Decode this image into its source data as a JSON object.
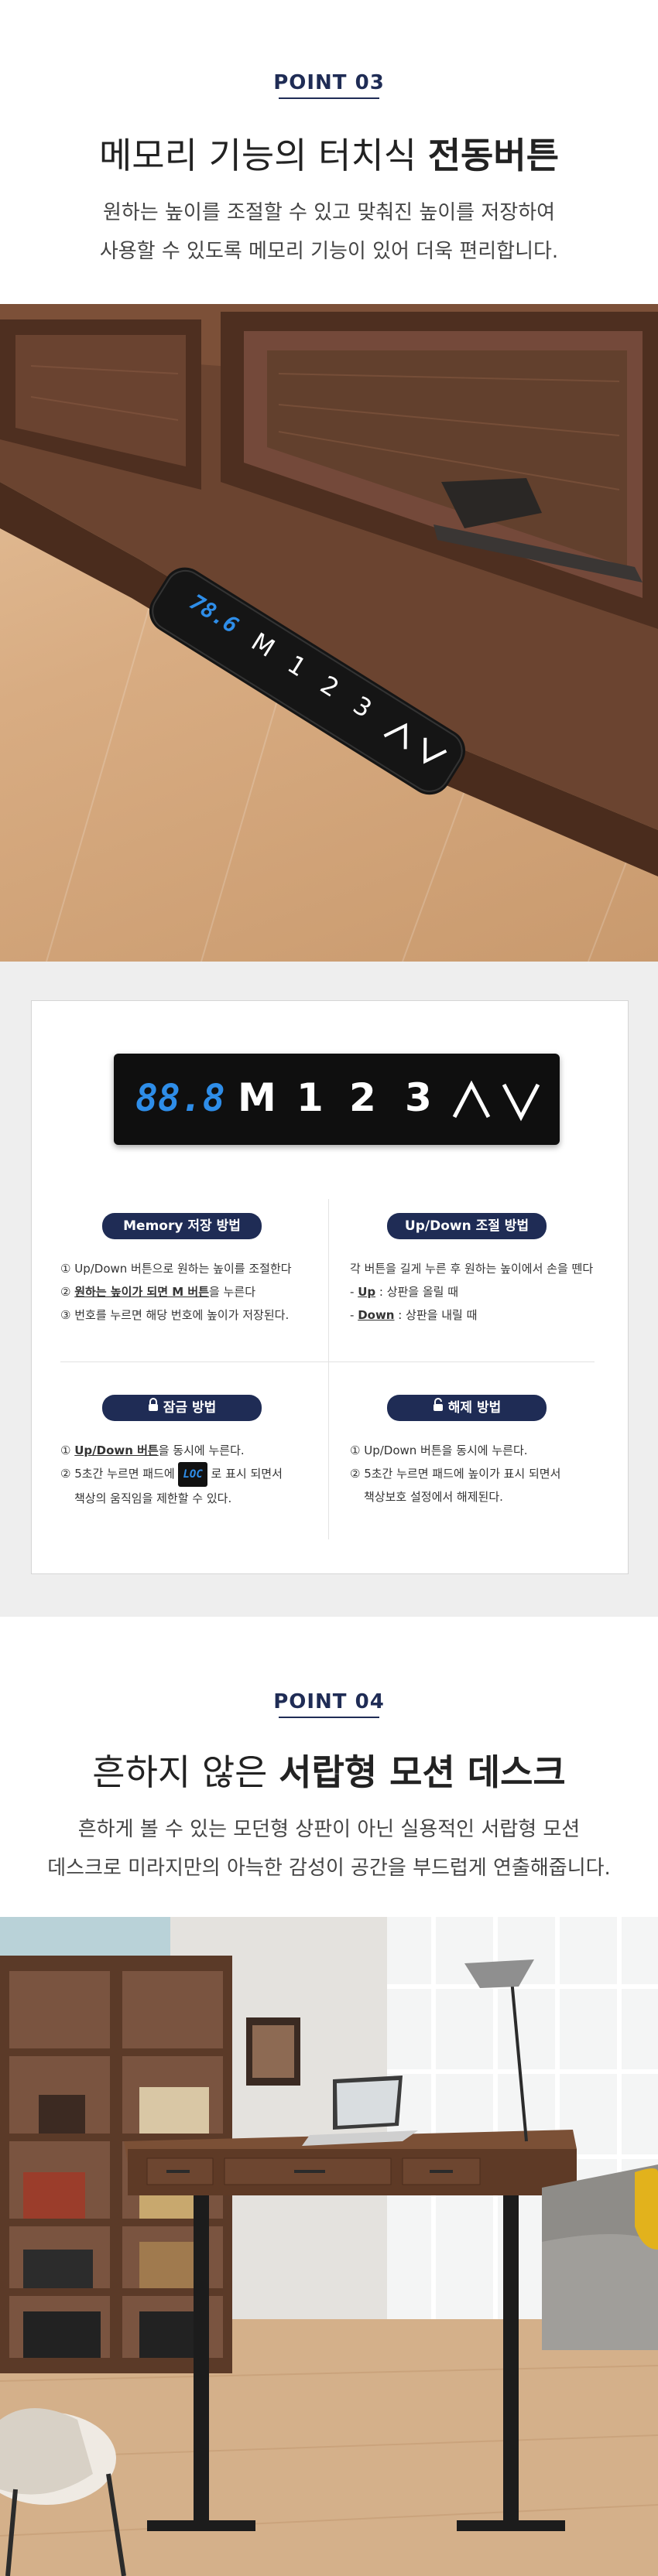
{
  "section3": {
    "label": "POINT 03",
    "title_normal": "메모리 기능의 터치식 ",
    "title_bold": "전동버튼",
    "desc_line1": "원하는 높이를 조절할 수 있고 맞춰진 높이를 저장하여",
    "desc_line2": "사용할 수 있도록 메모리 기능이 있어 더욱 편리합니다.",
    "photo_panel": {
      "display": "78.6",
      "keys": [
        "M",
        "1",
        "2",
        "3"
      ]
    }
  },
  "control_panel": {
    "display": "88.8",
    "keys": [
      "M",
      "1",
      "2",
      "3"
    ]
  },
  "memory": {
    "badge": "Memory 저장 방법",
    "line1": "① Up/Down 버튼으로 원하는 높이를 조절한다",
    "line2_prefix": "② ",
    "line2_bold": "원하는 높이가 되면 M 버튼",
    "line2_suffix": "을 누른다",
    "line3": "③ 번호를 누르면 해당 번호에 높이가 저장된다."
  },
  "updown": {
    "badge": "Up/Down 조절 방법",
    "line1": "각 버튼을 길게 누른 후 원하는 높이에서 손을 뗀다",
    "up_prefix": "- ",
    "up_bold": "Up",
    "up_suffix": " : 상판을 올릴 때",
    "down_prefix": "- ",
    "down_bold": "Down",
    "down_suffix": " : 상판을 내릴 때"
  },
  "lock": {
    "badge": "잠금 방법",
    "line1_prefix": "① ",
    "line1_bold": "Up/Down 버튼",
    "line1_suffix": "을 동시에 누른다.",
    "line2_prefix": "② 5초간 누르면 패드에 ",
    "line2_chip": "LOC",
    "line2_suffix": " 로 표시 되면서",
    "line3": "책상의 움직임을 제한할 수 있다."
  },
  "unlock": {
    "badge": "해제 방법",
    "line1": "① Up/Down 버튼을 동시에 누른다.",
    "line2": "② 5초간 누르면 패드에 높이가 표시 되면서",
    "line3": "책상보호 설정에서 해제된다."
  },
  "section4": {
    "label": "POINT 04",
    "title_normal": "흔하지 않은 ",
    "title_bold": "서랍형 모션 데스크",
    "desc_line1": "흔하게 볼 수 있는 모던형 상판이 아닌 실용적인 서랍형 모션",
    "desc_line2": "데스크로 미라지만의 아늑한 감성이 공간을 부드럽게 연출해줍니다."
  },
  "colors": {
    "navy": "#1f2c55",
    "lcd_blue": "#2e8de8",
    "wood_dark": "#5a3624"
  }
}
